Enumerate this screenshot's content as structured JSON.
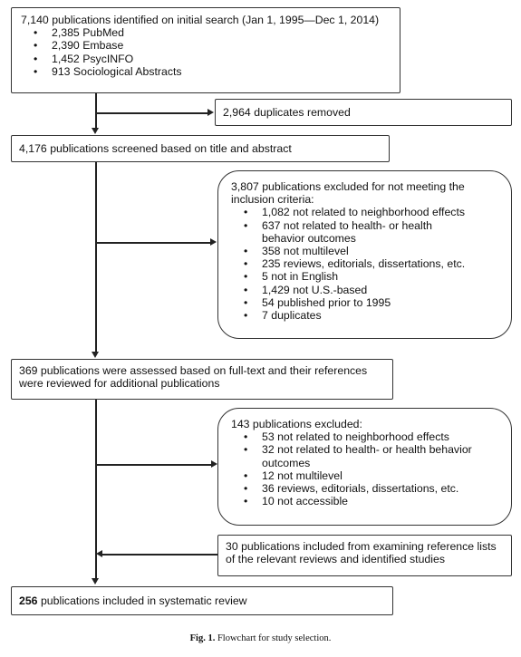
{
  "boxes": {
    "initial_search": {
      "title": "7,140 publications identified on initial search (Jan 1, 1995—Dec 1, 2014)",
      "items": [
        "2,385 PubMed",
        "2,390 Embase",
        "1,452 PsycINFO",
        "913 Sociological Abstracts"
      ]
    },
    "duplicates": {
      "text": "2,964 duplicates removed"
    },
    "screened": {
      "text": "4,176 publications screened based on title and abstract"
    },
    "excluded_1": {
      "title": "3,807 publications excluded for not meeting the inclusion criteria:",
      "items": [
        "1,082 not related to neighborhood effects",
        "637 not related to health- or health behavior outcomes",
        "358 not multilevel",
        "235 reviews, editorials, dissertations, etc.",
        "5 not in English",
        "1,429  not U.S.-based",
        "54 published prior to 1995",
        "7 duplicates"
      ]
    },
    "full_text": {
      "text": "369 publications were assessed based on full-text and their references were reviewed for additional publications"
    },
    "excluded_2": {
      "title": "143 publications excluded:",
      "items": [
        "53 not related to neighborhood effects",
        "32 not related to health- or health behavior outcomes",
        "12 not multilevel",
        "36 reviews, editorials, dissertations, etc.",
        "10 not accessible"
      ]
    },
    "reference_lists": {
      "text": "30 publications included from examining reference lists of the relevant reviews and identified studies"
    },
    "included": {
      "count": "256",
      "text": " publications included in systematic review"
    }
  },
  "caption": {
    "label": "Fig. 1.",
    "text": " Flowchart for study selection."
  }
}
